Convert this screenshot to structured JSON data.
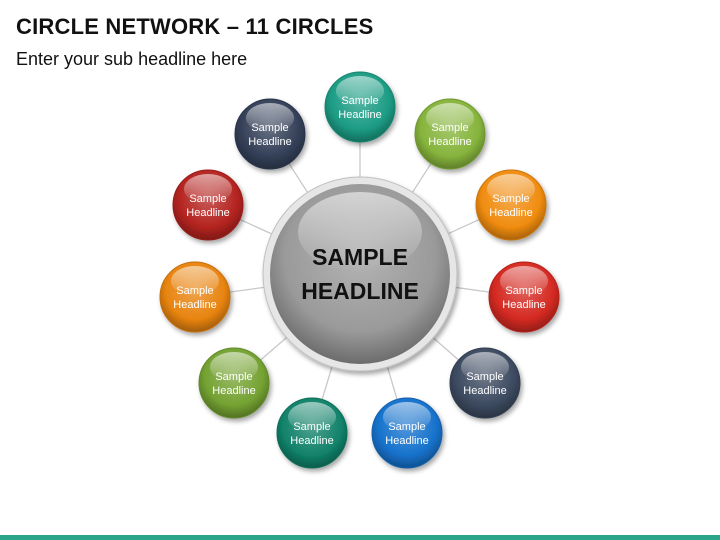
{
  "slide": {
    "title": "CIRCLE NETWORK – 11 CIRCLES",
    "subtitle": "Enter your sub headline here",
    "accent_bar_color": "#2aa58a"
  },
  "center": {
    "line1": "SAMPLE",
    "line2": "HEADLINE",
    "color": "#9a9a9a"
  },
  "nodes": [
    {
      "line1": "Sample",
      "line2": "Headline",
      "color": "#1c9c84"
    },
    {
      "line1": "Sample",
      "line2": "Headline",
      "color": "#86b43c"
    },
    {
      "line1": "Sample",
      "line2": "Headline",
      "color": "#f08c10"
    },
    {
      "line1": "Sample",
      "line2": "Headline",
      "color": "#d42a22"
    },
    {
      "line1": "Sample",
      "line2": "Headline",
      "color": "#3c4a60"
    },
    {
      "line1": "Sample",
      "line2": "Headline",
      "color": "#1672cc"
    },
    {
      "line1": "Sample",
      "line2": "Headline",
      "color": "#12826a"
    },
    {
      "line1": "Sample",
      "line2": "Headline",
      "color": "#74a232"
    },
    {
      "line1": "Sample",
      "line2": "Headline",
      "color": "#e88410"
    },
    {
      "line1": "Sample",
      "line2": "Headline",
      "color": "#b42420"
    },
    {
      "line1": "Sample",
      "line2": "Headline",
      "color": "#344058"
    }
  ]
}
